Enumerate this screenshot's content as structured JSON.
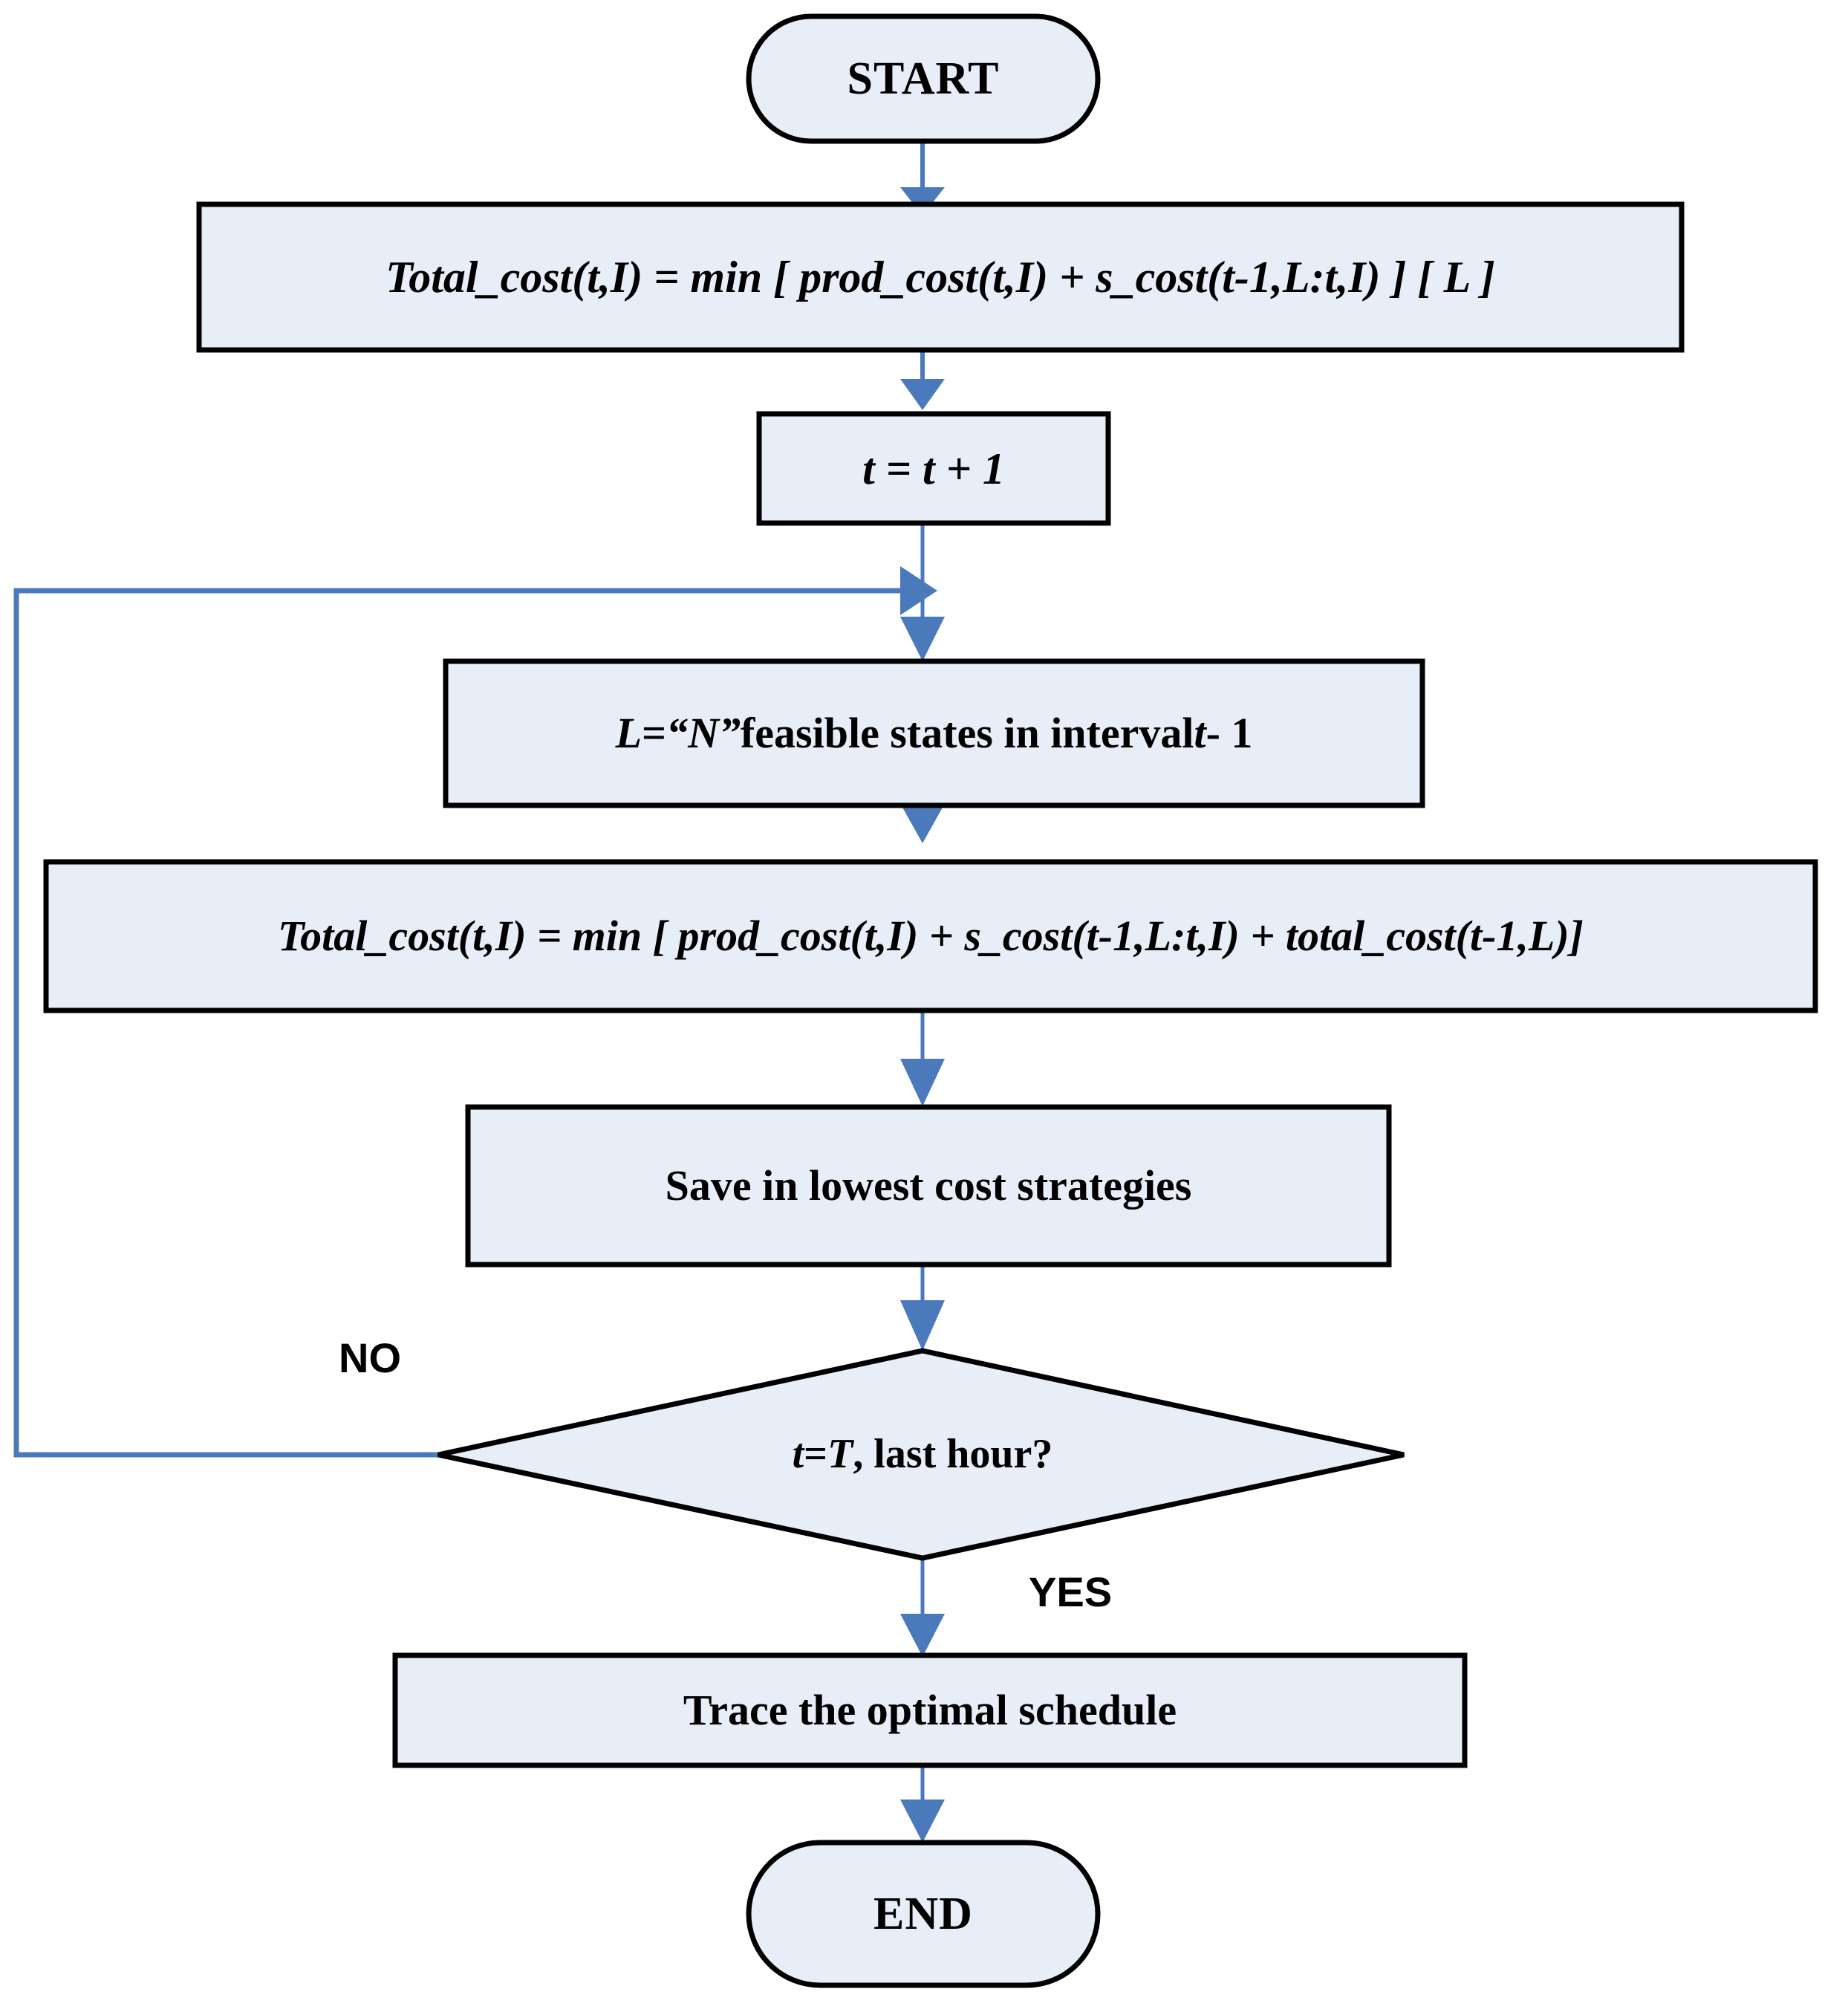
{
  "diagram": {
    "title": "Dynamic programming unit commitment flowchart",
    "colors": {
      "node_fill": "#e7eef8",
      "node_stroke": "#000000",
      "connector": "#4a7abc",
      "text": "#000000",
      "background": "#ffffff"
    },
    "nodes": [
      {
        "id": "start",
        "shape": "terminator",
        "label": "START"
      },
      {
        "id": "init-cost",
        "shape": "process",
        "label": "Total_cost(t,I) = min [ prod_cost(t,I) + s_cost(t-1,L:t,I) ]  [ L ]"
      },
      {
        "id": "increment-t",
        "shape": "process",
        "label": "t = t + 1"
      },
      {
        "id": "feasible-states",
        "shape": "process",
        "label_parts": {
          "p1": "L",
          "p2": " = ",
          "p3": "“N”",
          "p4": " feasible states in interval ",
          "p5": "t",
          "p6": " - 1"
        },
        "label": "L = “N” feasible states in interval t - 1"
      },
      {
        "id": "recursive-cost",
        "shape": "process",
        "label": "Total_cost(t,I) = min [ prod_cost(t,I) + s_cost(t-1,L:t,I) + total_cost(t-1,L)]"
      },
      {
        "id": "save-strategies",
        "shape": "process",
        "label": "Save in lowest cost strategies"
      },
      {
        "id": "last-hour-decision",
        "shape": "decision",
        "label_parts": {
          "p1": "t",
          "p2": " = ",
          "p3": "T",
          "p4": " , last hour?"
        },
        "label": "t = T , last hour?"
      },
      {
        "id": "trace-schedule",
        "shape": "process",
        "label": "Trace the optimal schedule"
      },
      {
        "id": "end",
        "shape": "terminator",
        "label": "END"
      }
    ],
    "branch_labels": {
      "no": "NO",
      "yes": "YES"
    }
  }
}
